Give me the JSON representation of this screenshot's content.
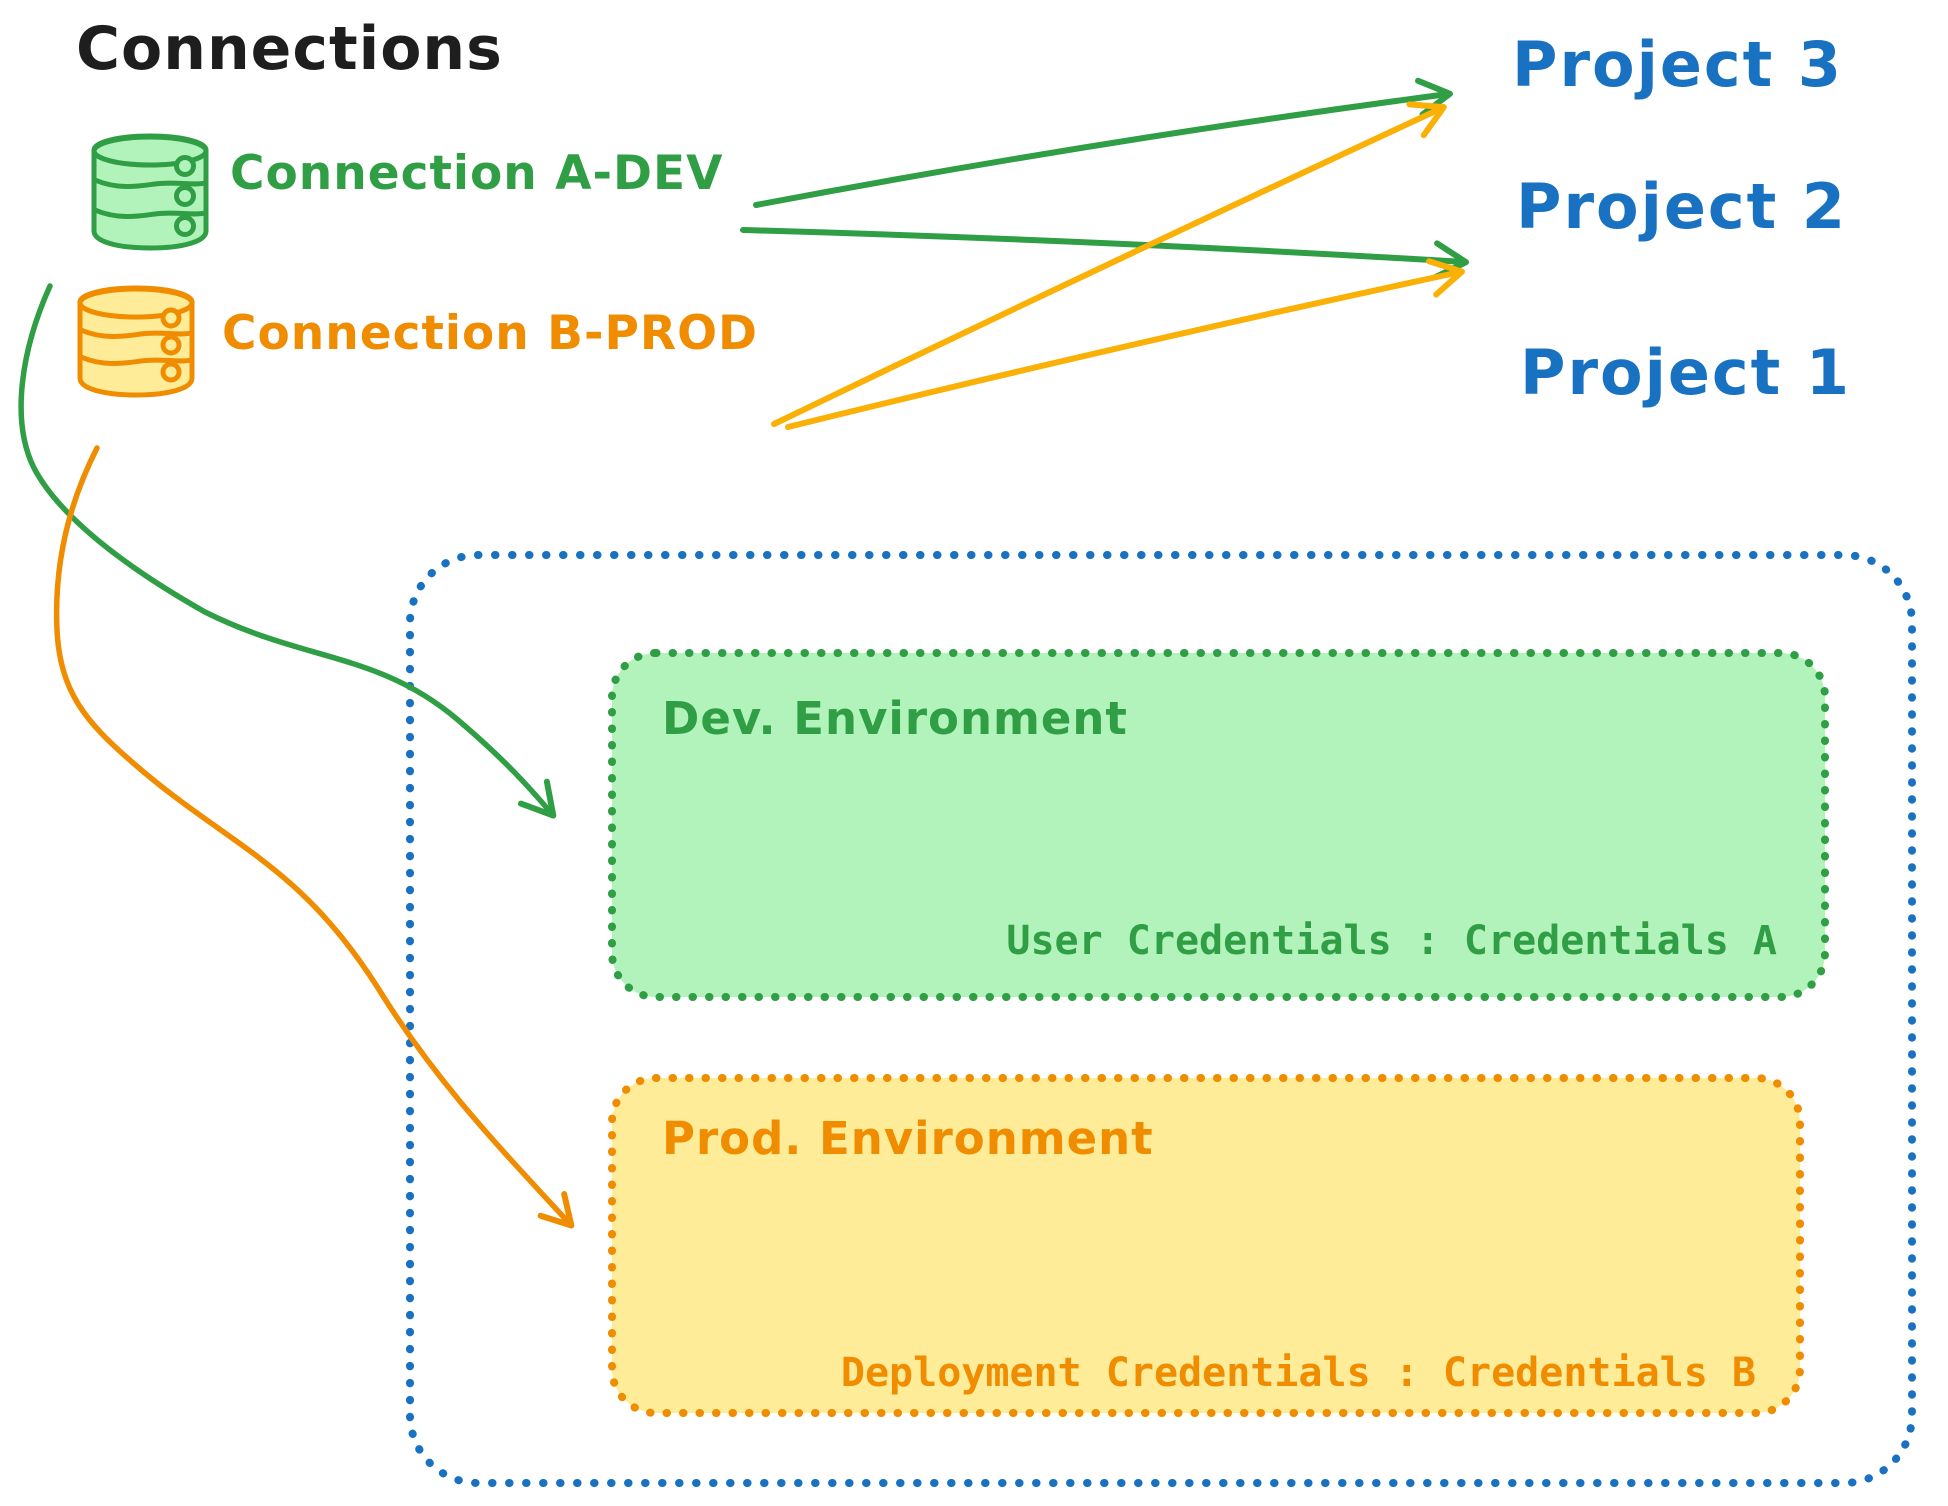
{
  "diagram": {
    "title": "Connections",
    "connections": {
      "a_dev": {
        "label": "Connection A-DEV",
        "icon": "database-icon",
        "color": "#2f9e44",
        "fill": "#b2f2bb"
      },
      "b_prod": {
        "label": "Connection B-PROD",
        "icon": "database-icon",
        "color": "#f08c00",
        "fill": "#ffec99"
      }
    },
    "projects": {
      "p3": {
        "label": "Project 3"
      },
      "p2": {
        "label": "Project 2"
      },
      "p1": {
        "label": "Project 1"
      }
    },
    "project1_box": {
      "environments": {
        "dev": {
          "title": "Dev. Environment",
          "credentials": "User Credentials : Credentials A"
        },
        "prod": {
          "title": "Prod. Environment",
          "credentials": "Deployment Credentials : Credentials B"
        }
      }
    },
    "arrows": {
      "a_dev_to_project3": "green",
      "a_dev_to_project2": "green",
      "b_prod_to_project3": "amber",
      "b_prod_to_project2": "amber",
      "a_dev_to_dev_environment": "green",
      "b_prod_to_prod_environment": "orange"
    },
    "colors": {
      "title_text": "#1e1e1e",
      "project_blue": "#1971c2",
      "green": "#2f9e44",
      "green_fill": "#b2f2bb",
      "orange": "#f08c00",
      "orange_fill": "#ffec99",
      "amber_arrow": "#fab005"
    }
  }
}
